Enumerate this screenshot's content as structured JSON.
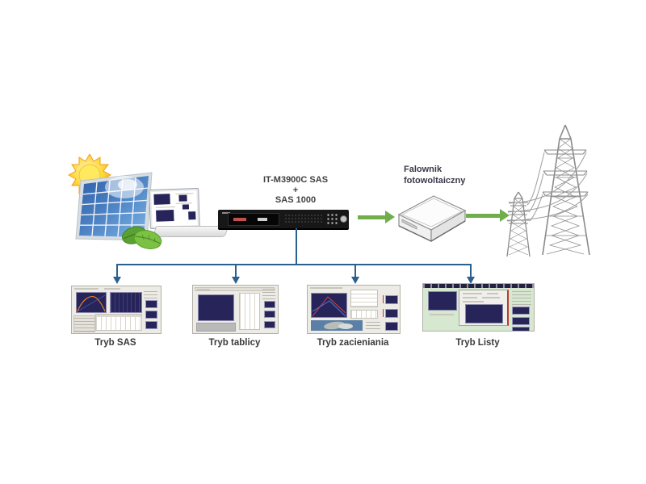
{
  "labels": {
    "device": {
      "line1": "IT-M3900C SAS",
      "line2": "+",
      "line3": "SAS 1000"
    },
    "inverter": {
      "line1": "Falownik",
      "line2": "fotowoltaiczny"
    }
  },
  "modes": [
    {
      "label": "Tryb SAS"
    },
    {
      "label": "Tryb tablicy"
    },
    {
      "label": "Tryb zacieniania"
    },
    {
      "label": "Tryb Listy"
    }
  ],
  "icons": {
    "sun": "sun-icon",
    "solar_panel": "solar-panel-icon",
    "leaves": "eco-leaves-icon",
    "laptop": "laptop-with-software-icon",
    "instrument": "sas-power-supply-device",
    "inverter": "pv-inverter-box-icon",
    "grid": "power-grid-towers-icon",
    "flow_arrow": "green-flow-arrow-right",
    "branch_arrow": "blue-branch-arrow-down"
  },
  "colors": {
    "arrow_green": "#6fae4b",
    "connector_blue": "#2a6191",
    "plot_navy": "#262459",
    "tower_grey": "#8a8a8a",
    "listmode_green": "#d6e8d0",
    "panel_blue": "#4a7fc1",
    "sun_yellow": "#ffd93b"
  }
}
